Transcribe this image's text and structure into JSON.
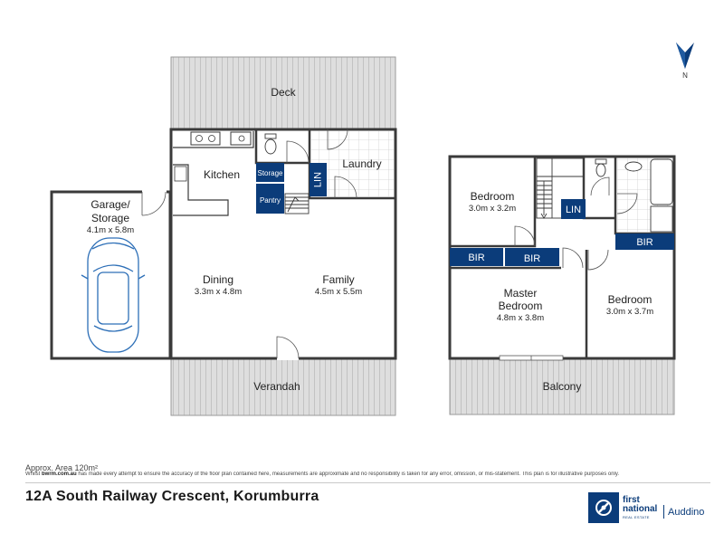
{
  "rooms": {
    "deck": {
      "name": "Deck"
    },
    "garage": {
      "name_line1": "Garage/",
      "name_line2": "Storage",
      "dims": "4.1m x 5.8m"
    },
    "kitchen": {
      "name": "Kitchen"
    },
    "laundry": {
      "name": "Laundry"
    },
    "dining": {
      "name": "Dining",
      "dims": "3.3m x 4.8m"
    },
    "family": {
      "name": "Family",
      "dims": "4.5m x 5.5m"
    },
    "verandah": {
      "name": "Verandah"
    },
    "bedroom_top": {
      "name": "Bedroom",
      "dims": "3.0m x 3.2m"
    },
    "master_bedroom": {
      "name_line1": "Master",
      "name_line2": "Bedroom",
      "dims": "4.8m x 3.8m"
    },
    "bedroom_right": {
      "name": "Bedroom",
      "dims": "3.0m x 3.7m"
    },
    "balcony": {
      "name": "Balcony"
    }
  },
  "cupboards": {
    "storage": "Storage",
    "pantry": "Pantry",
    "lin_ground": "LIN",
    "lin_upper": "LIN",
    "bir_left": "BIR",
    "bir_middle": "BIR",
    "bir_right": "BIR"
  },
  "compass": {
    "label": "N"
  },
  "footer": {
    "area": "Approx. Area 120m²",
    "disclaimer_prefix": "Whilst ",
    "disclaimer_site": "bwrm.com.au",
    "disclaimer_rest": " has made every attempt to ensure the accuracy of the floor plan contained here, measurements are approximate and no responsibility is taken for any error, omission, or mis-statement. This plan is for illustrative purposes only.",
    "address": "12A South Railway Crescent, Korumburra"
  },
  "brand": {
    "word_line1": "first",
    "word_line2": "national",
    "tagline": "REAL ESTATE",
    "office": "Auddino"
  },
  "colors": {
    "deck_fill": "#dcdcdc",
    "wall": "#3a3a3a",
    "cupboard": "#0b3c7a",
    "text": "#222222"
  }
}
